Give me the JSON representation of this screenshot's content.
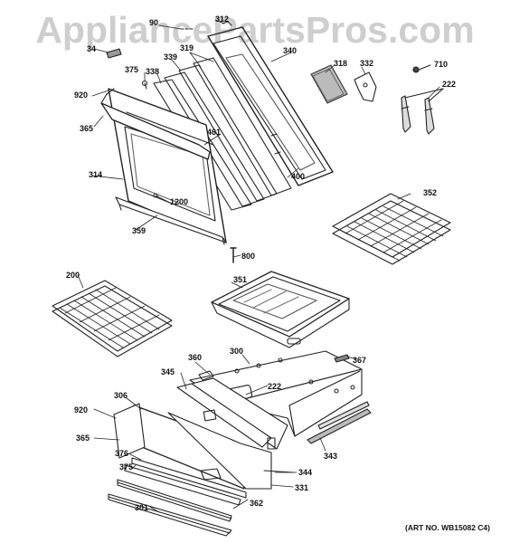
{
  "watermark": "AppliancePartsPros.com",
  "art_number": "(ART NO. WB15082 C4)",
  "labels": {
    "l34": "34",
    "l90": "90",
    "l312": "312",
    "l339": "339",
    "l319": "319",
    "l340": "340",
    "l318": "318",
    "l332": "332",
    "l710": "710",
    "l375": "375",
    "l338": "338",
    "l222a": "222",
    "l920a": "920",
    "l365a": "365",
    "l461": "461",
    "l314": "314",
    "l400": "400",
    "l352": "352",
    "l1200": "1200",
    "l359": "359",
    "l800": "800",
    "l200": "200",
    "l351": "351",
    "l367": "367",
    "l300": "300",
    "l360": "360",
    "l345": "345",
    "l222b": "222",
    "l306": "306",
    "l920b": "920",
    "l365b": "365",
    "l376": "376",
    "l343": "343",
    "l344": "344",
    "l375b": "375",
    "l362": "362",
    "l331": "331",
    "l301": "301"
  }
}
